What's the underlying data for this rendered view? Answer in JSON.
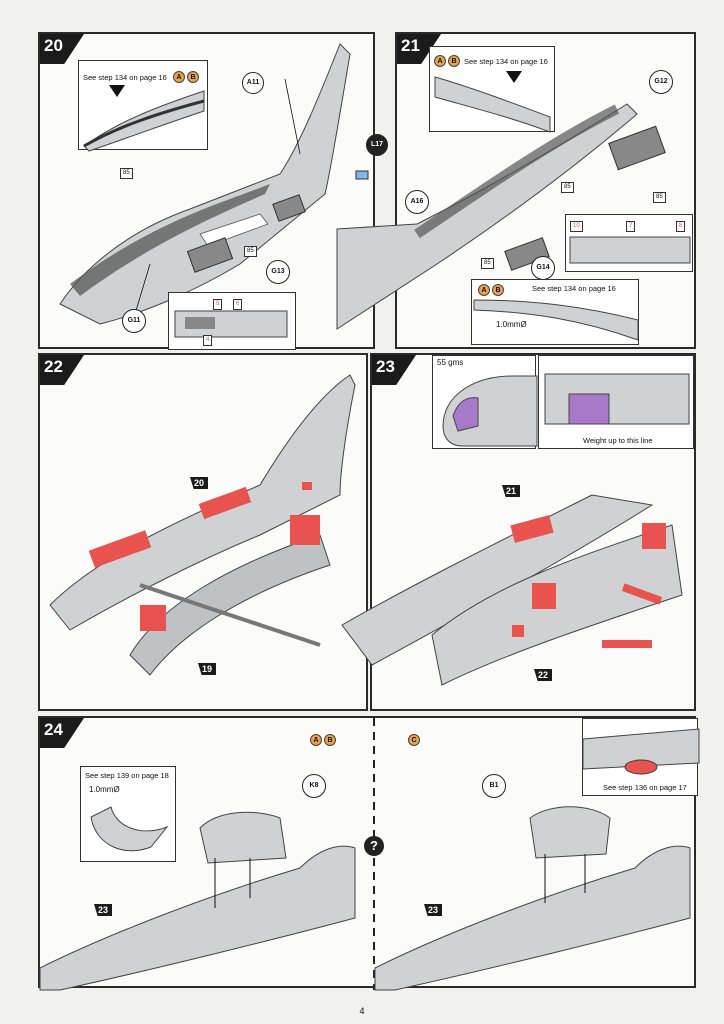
{
  "page_number": "4",
  "steps": {
    "s20": {
      "number": "20",
      "note": "See step 134 on page 16",
      "badges": [
        "A",
        "B"
      ],
      "callouts": [
        "A11",
        "L17",
        "G13",
        "G11"
      ],
      "paint_codes": [
        "85",
        "85"
      ],
      "detail_codes": [
        "5",
        "6",
        "4"
      ]
    },
    "s21": {
      "number": "21",
      "note_top": "See step 134 on page 16",
      "note_bottom": "See step 134 on page 16",
      "badges": [
        "A",
        "B"
      ],
      "callouts": [
        "G12",
        "A16",
        "G14"
      ],
      "paint_codes": [
        "85",
        "85",
        "85"
      ],
      "detail_codes": [
        "10",
        "7",
        "8"
      ],
      "drill_size": "1.0mmØ"
    },
    "s22": {
      "number": "22",
      "refs": [
        "20",
        "19"
      ]
    },
    "s23": {
      "number": "23",
      "weight": "55 gms",
      "weight_note": "Weight up to this line",
      "refs": [
        "21",
        "22"
      ]
    },
    "s24": {
      "number": "24",
      "badges_left": [
        "A",
        "B"
      ],
      "badge_right": "C",
      "note_left": "See step 139 on page 18",
      "drill_size": "1.0mmØ",
      "note_right": "See step 136 on page 17",
      "callouts": [
        "K8",
        "B1"
      ],
      "refs": [
        "23",
        "23"
      ],
      "question": "?"
    }
  },
  "colors": {
    "red_part": "#e8524f",
    "grey_part": "#cfd1d3",
    "badge": "#e7a24b",
    "frame": "#2a2a2a",
    "purple": "#a77ac9"
  }
}
